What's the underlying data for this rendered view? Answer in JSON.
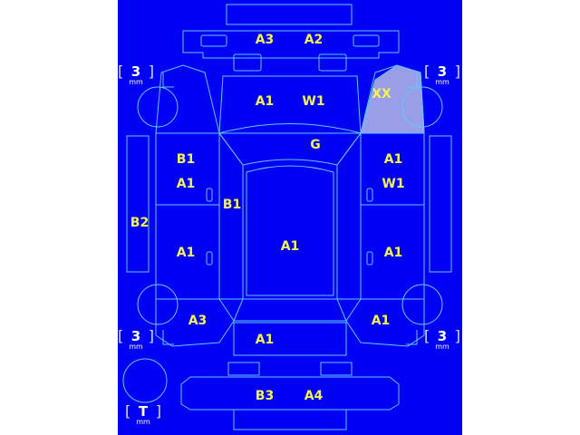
{
  "panel_codes": {
    "front_bumper_left": "A3",
    "front_bumper_right": "A2",
    "hood_left": "A1",
    "hood_right": "W1",
    "front_fender_right": "XX",
    "windshield": "G",
    "front_door_left_b": "B1",
    "front_door_left_a": "A1",
    "a_pillar_left": "B1",
    "front_door_right_a": "A1",
    "front_door_right_w": "W1",
    "rocker_left": "B2",
    "roof": "A1",
    "rear_door_left": "A1",
    "rear_door_right": "A1",
    "rear_fender_left": "A3",
    "rear_fender_right": "A1",
    "trunk": "A1",
    "rear_bumper_left": "B3",
    "rear_bumper_right": "A4"
  },
  "tread_depth": {
    "front_left": "3",
    "front_right": "3",
    "rear_left": "3",
    "rear_right": "3",
    "unit": "mm"
  },
  "spare_tire": {
    "value": "T",
    "unit": "mm"
  },
  "colors": {
    "background": "#0000f5",
    "outline": "#5fc8ff",
    "code_text": "#f3f359",
    "highlight_fill": "#9a9ee8"
  }
}
